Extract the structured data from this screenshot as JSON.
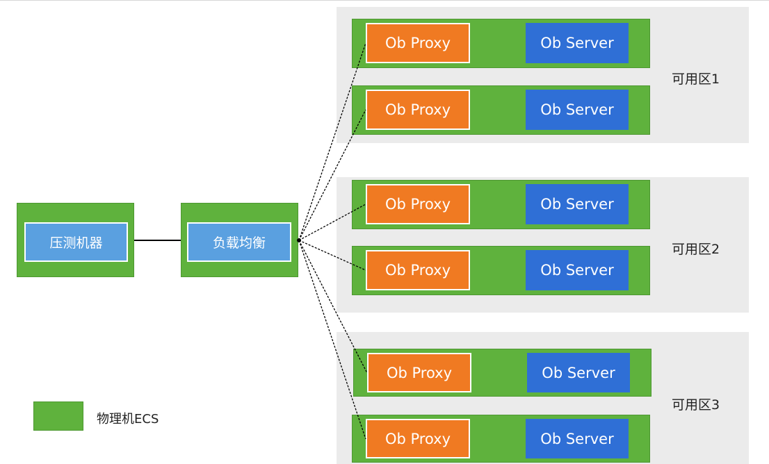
{
  "tester": {
    "label": "压测机器"
  },
  "load_balancer": {
    "label": "负载均衡"
  },
  "zones": [
    {
      "label": "可用区1",
      "nodes": [
        {
          "proxy": "Ob Proxy",
          "server": "Ob Server"
        },
        {
          "proxy": "Ob Proxy",
          "server": "Ob Server"
        }
      ]
    },
    {
      "label": "可用区2",
      "nodes": [
        {
          "proxy": "Ob Proxy",
          "server": "Ob Server"
        },
        {
          "proxy": "Ob Proxy",
          "server": "Ob Server"
        }
      ]
    },
    {
      "label": "可用区3",
      "nodes": [
        {
          "proxy": "Ob Proxy",
          "server": "Ob Server"
        },
        {
          "proxy": "Ob Proxy",
          "server": "Ob Server"
        }
      ]
    }
  ],
  "legend": {
    "label": "物理机ECS",
    "color": "#5fb23d"
  },
  "colors": {
    "ecs": "#5fb23d",
    "proxy": "#f07a22",
    "server": "#2f6fd6",
    "inner_blue": "#5aa0e0",
    "zone_bg": "#ebebeb"
  }
}
